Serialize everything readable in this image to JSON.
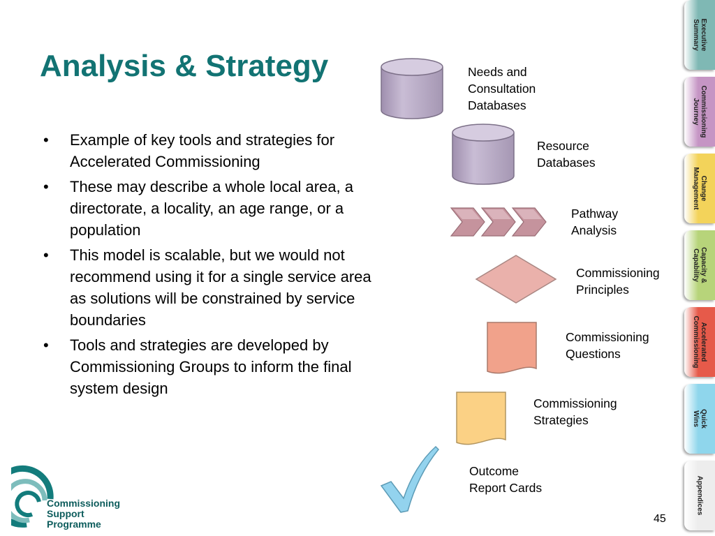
{
  "title": "Analysis & Strategy",
  "bullets": [
    "Example of key tools and strategies for Accelerated Commissioning",
    "These may describe a whole local area, a directorate, a locality, an age range, or a population",
    "This model is scalable, but we would not recommend using it for a single service area as solutions will be constrained by service boundaries",
    "Tools and strategies are developed by Commissioning Groups to inform the final system design"
  ],
  "bullet_symbol": "•",
  "diagram": {
    "items": [
      {
        "label": "Needs and\nConsultation\nDatabases",
        "icon": "database-icon"
      },
      {
        "label": "Resource\nDatabases",
        "icon": "database-icon"
      },
      {
        "label": "Pathway\nAnalysis",
        "icon": "chevron-arrows-icon"
      },
      {
        "label": "Commissioning\nPrinciples",
        "icon": "diamond-icon"
      },
      {
        "label": "Commissioning\nQuestions",
        "icon": "document-icon"
      },
      {
        "label": "Commissioning\nStrategies",
        "icon": "document-icon"
      },
      {
        "label": "Outcome\nReport Cards",
        "icon": "checkmark-icon"
      }
    ]
  },
  "colors": {
    "title": "#127373",
    "database": "#bfb1cb",
    "chevron": "#c5939d",
    "diamond": "#eab1ab",
    "questions_doc": "#f1a28b",
    "strategies_doc": "#fbd185",
    "checkmark": "#93d3ee"
  },
  "logo": {
    "text": "Commissioning\nSupport\nProgramme"
  },
  "page_number": "45",
  "tabs": [
    {
      "label": "Executive\nSummary",
      "color": "#7fb8b4"
    },
    {
      "label": "Commissioning\nJourney",
      "color": "#c595c4"
    },
    {
      "label": "Change\nManagement",
      "color": "#f3d35a"
    },
    {
      "label": "Capacity &\nCapability",
      "color": "#b7d47a"
    },
    {
      "label": "Accelerated\nCommissioning",
      "color": "#e65a4a"
    },
    {
      "label": "Quick\nWins",
      "color": "#8fd6ec"
    },
    {
      "label": "Appendices",
      "color": "#ededed"
    }
  ]
}
